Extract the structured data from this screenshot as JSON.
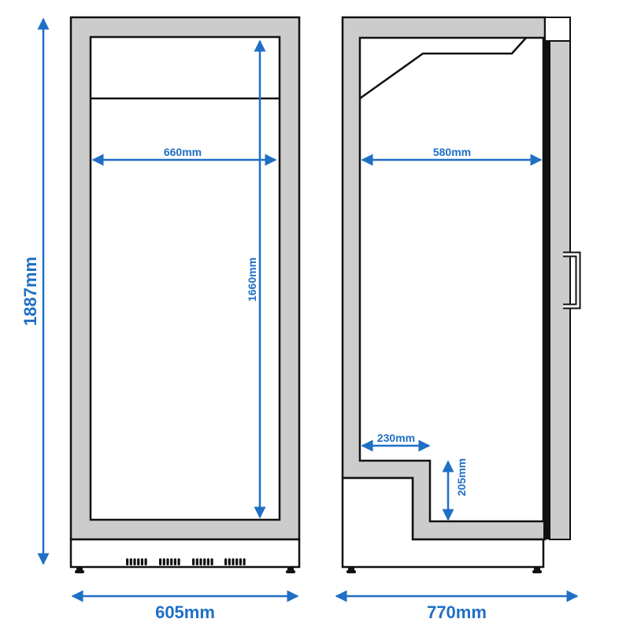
{
  "colors": {
    "dimension": "#1f6fc5",
    "wall": "#cccccc",
    "outline": "#111111"
  },
  "front_view": {
    "overall_height": "1887mm",
    "overall_width": "605mm",
    "inner_width": "660mm",
    "inner_height": "1660mm"
  },
  "side_view": {
    "overall_depth": "770mm",
    "inner_depth": "580mm",
    "step_depth": "230mm",
    "step_height": "205mm"
  }
}
